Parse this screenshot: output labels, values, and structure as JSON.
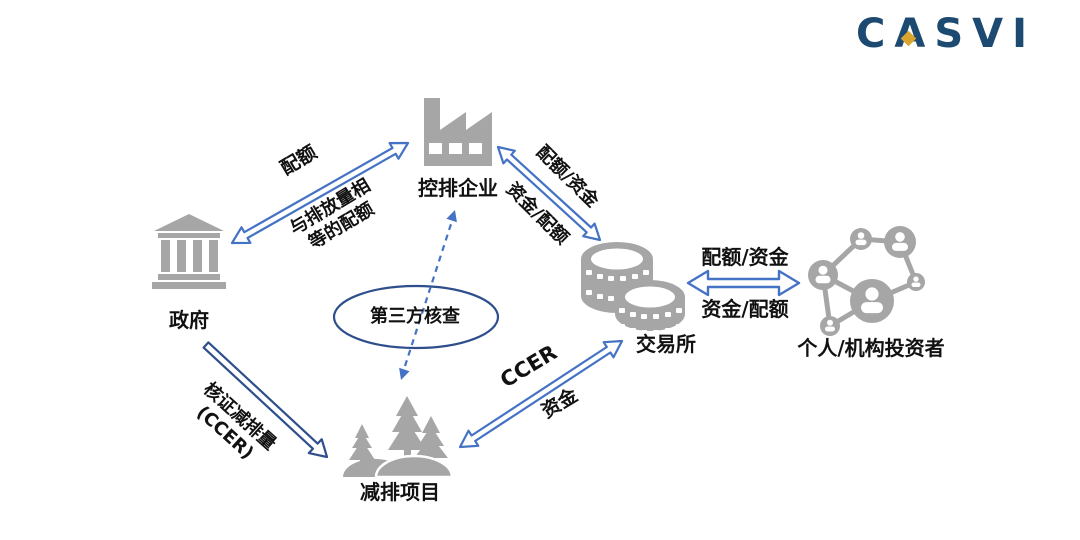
{
  "logo": {
    "text": "CASVI"
  },
  "nodes": {
    "government": {
      "label": "政府"
    },
    "enterprise": {
      "label": "控排企业"
    },
    "verification": {
      "label": "第三方核查"
    },
    "project": {
      "label": "减排项目"
    },
    "exchange": {
      "label": "交易所"
    },
    "investors": {
      "label": "个人/机构投资者"
    }
  },
  "edges": {
    "gov_enterprise": {
      "forward": "配额",
      "back_line1": "与排放量相",
      "back_line2": "等的配额"
    },
    "enterprise_exchange": {
      "forward": "配额/资金",
      "back": "资金/配额"
    },
    "exchange_investors": {
      "forward": "配额/资金",
      "back": "资金/配额"
    },
    "gov_project": {
      "label_line1": "核证减排量",
      "label_line2": "(CCER)"
    },
    "project_exchange": {
      "forward": "CCER",
      "back": "资金"
    }
  },
  "colors": {
    "arrow_blue": "#4472C4",
    "arrow_navy": "#2E4E8C",
    "icon_gray": "#A6A6A6",
    "logo_navy": "#1D4A70",
    "logo_gold": "#D9A52E",
    "text_dark": "#111111"
  }
}
